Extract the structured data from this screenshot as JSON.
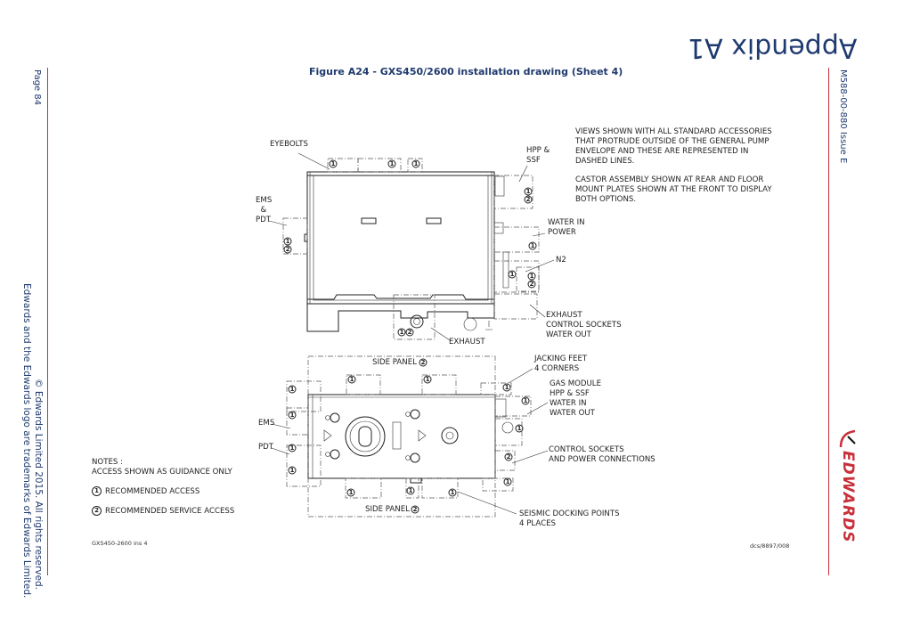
{
  "header": {
    "appendix": "Appendix A1",
    "figure_title": "Figure A24 - GXS450/2600 installation drawing (Sheet 4)"
  },
  "left_margin": {
    "page": "Page 84",
    "copyright": "© Edwards Limited 2015. All rights reserved.",
    "trademark": "Edwards and the Edwards logo are trademarks of Edwards Limited."
  },
  "right_margin": {
    "doc_ref": "M588-00-880 Issue E",
    "logo": "EDWARDS"
  },
  "colors": {
    "brand_red": "#c9303a",
    "heading_blue": "#1f3a6e"
  },
  "info": {
    "line1": "VIEWS SHOWN WITH ALL STANDARD ACCESSORIES",
    "line2": "THAT PROTRUDE OUTSIDE OF THE GENERAL PUMP",
    "line3": "ENVELOPE AND THESE ARE REPRESENTED IN",
    "line4": "DASHED LINES.",
    "line5": "CASTOR ASSEMBLY SHOWN AT REAR AND FLOOR",
    "line6": "MOUNT PLATES SHOWN AT THE FRONT TO DISPLAY",
    "line7": "BOTH OPTIONS."
  },
  "top_view_labels": {
    "eyebolts": "EYEBOLTS",
    "hpp_ssf": "HPP &\nSSF",
    "ems_pdt": "EMS\n  &\nPDT",
    "water_in_power": "WATER IN\nPOWER",
    "n2": "N2",
    "exhaust_group": "EXHAUST\nCONTROL SOCKETS\nWATER OUT",
    "exhaust": "EXHAUST"
  },
  "plan_view_labels": {
    "side_panel_top": "SIDE PANEL",
    "side_panel_bottom": "SIDE PANEL",
    "jacking_feet": "JACKING FEET\n4 CORNERS",
    "gas_module": "GAS MODULE\nHPP & SSF\nWATER IN\nWATER OUT",
    "ems": "EMS",
    "pdt": "PDT",
    "control_sockets": "CONTROL SOCKETS\nAND POWER CONNECTIONS",
    "seismic": "SEISMIC DOCKING POINTS\n4 PLACES"
  },
  "notes": {
    "heading": "NOTES :",
    "line1": "ACCESS SHOWN AS GUIDANCE ONLY",
    "legend": [
      {
        "symbol": "1",
        "label": "RECOMMENDED ACCESS"
      },
      {
        "symbol": "2",
        "label": "RECOMMENDED SERVICE ACCESS"
      }
    ]
  },
  "footer": {
    "drawing_id": "GXS450-2600 ins 4",
    "dcs_ref": "dcs/8897/008"
  }
}
